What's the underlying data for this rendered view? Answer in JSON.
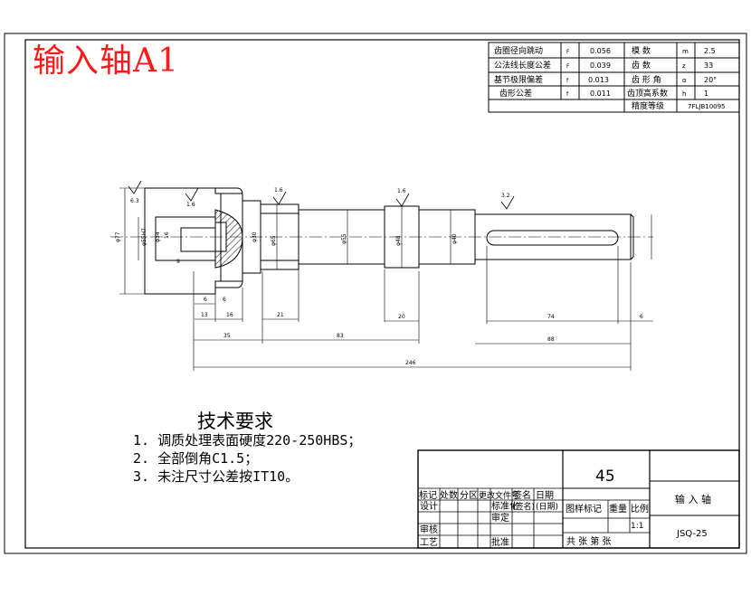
{
  "drawing": {
    "handwritten_title": "输入轴A1",
    "params": [
      {
        "name": "齿圈径向跳动",
        "sym": "F",
        "value": "0.056"
      },
      {
        "name": "公法线长度公差",
        "sym": "F",
        "value": "0.039"
      },
      {
        "name": "基节极限偏差",
        "sym": "f",
        "value": "0.013"
      },
      {
        "name": "齿形公差",
        "sym": "f",
        "value": "0.011"
      }
    ],
    "gear": [
      {
        "name": "模  数",
        "sym": "m",
        "value": "2.5"
      },
      {
        "name": "齿  数",
        "sym": "z",
        "value": "33"
      },
      {
        "name": "齿 形 角",
        "sym": "α",
        "value": "20°"
      },
      {
        "name": "齿顶高系数",
        "sym": "h",
        "value": "1"
      }
    ],
    "accuracy": {
      "label": "精度等级",
      "value": "7FLJB10095"
    },
    "dims": {
      "d1": "6",
      "d2": "13",
      "d3": "16",
      "d4": "35",
      "d5": "21",
      "d6": "83",
      "d7": "20",
      "d8": "74",
      "d9": "6",
      "d10": "88",
      "total": "246",
      "dia_a": "φ77",
      "dia_b": "φ55H7",
      "dia_c": "φ34",
      "dia_d": "φ30",
      "dia_e": "φ65",
      "dia_f": "φ55",
      "dia_g": "φ48",
      "dia_h": "φ40",
      "keyw": "16",
      "keyd": "9",
      "r1": "6.3",
      "r2": "1.6",
      "r3": "1.6",
      "r4": "1.6",
      "r5": "3.2"
    },
    "tech": {
      "heading": "技术要求",
      "items": [
        "1. 调质处理表面硬度220-250HBS；",
        "2. 全部倒角C1.5；",
        "3. 未注尺寸公差按IT10。"
      ]
    },
    "block": {
      "material": "45",
      "part_name": "输 入 轴",
      "code": "JSQ-25",
      "scale": "1:1",
      "rev_headers": [
        "标记",
        "处数",
        "分区",
        "更改文件号",
        "签名",
        "日期"
      ],
      "design": "设计",
      "std": "标准化",
      "signed": "(签名)",
      "date": "(日期)",
      "check": "审核",
      "craft": "工艺",
      "review": "审定",
      "approve": "批准",
      "stage": "图样标记",
      "weight": "重量",
      "ratio": "比例",
      "sheets": "共    张   第    张"
    }
  }
}
